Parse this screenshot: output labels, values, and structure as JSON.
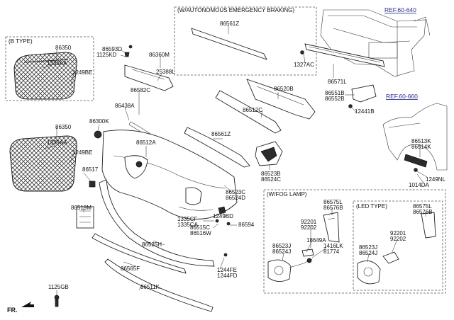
{
  "diagram": {
    "boxes": {
      "b_type": "(B TYPE)",
      "aeb": "(W/AUTONOMOUS EMERGENCY BRAKING)",
      "fog": "(W/FOG LAMP)",
      "led": "(LED TYPE)"
    },
    "refs": {
      "ref1": "REF.60-640",
      "ref2": "REF.60-660"
    },
    "labels": {
      "p86350a": "86350",
      "p1335aa_a": "1335AA",
      "p1249be_a": "1249BE",
      "p86593d": "86593D",
      "p1125kd": "1125KD",
      "p86360m": "86360M",
      "p25388l": "25388L",
      "p86561z_a": "86561Z",
      "p1327ac": "1327AC",
      "p86571l": "86571L",
      "p86520b": "86520B",
      "p86551b": "86551B",
      "p86552b": "86552B",
      "p12441b": "12441B",
      "p86582c": "86582C",
      "p86438a": "86438A",
      "p86300k": "86300K",
      "p86350b": "86350",
      "p1335aa_b": "1335AA",
      "p1249be_b": "1249BE",
      "p86512a": "86512A",
      "p86512c": "86512C",
      "p86561z_b": "86561Z",
      "p86517": "86517",
      "p86523b": "86523B",
      "p86524c": "86524C",
      "p86513k": "86513K",
      "p86514k": "86514K",
      "p1249nl": "1249NL",
      "p1014da": "1014DA",
      "p86519m": "86519M",
      "p86523c": "86523C",
      "p86524d": "86524D",
      "p1335cf": "1335CF",
      "p1335ca": "1335CA",
      "p1249bd": "1249BD",
      "p86515c": "86515C",
      "p86516w": "86516W",
      "p86594": "86594",
      "p86525h": "86525H",
      "p86565f": "86565F",
      "p1244fe": "1244FE",
      "p1244fd": "1244FD",
      "p86511k": "86511K",
      "p1125gb": "1125GB",
      "fog_86575l": "86575L",
      "fog_86576b": "86576B",
      "fog_92201": "92201",
      "fog_92202": "92202",
      "fog_18649a": "18649A",
      "fog_86523j": "86523J",
      "fog_86524j": "86524J",
      "fog_1416lk": "1416LK",
      "fog_81774": "81774",
      "led_86575l": "86575L",
      "led_86576b": "86576B",
      "led_92201": "92201",
      "led_92202": "92202",
      "led_86523j": "86523J",
      "led_86524j": "86524J",
      "fr": "FR."
    }
  }
}
